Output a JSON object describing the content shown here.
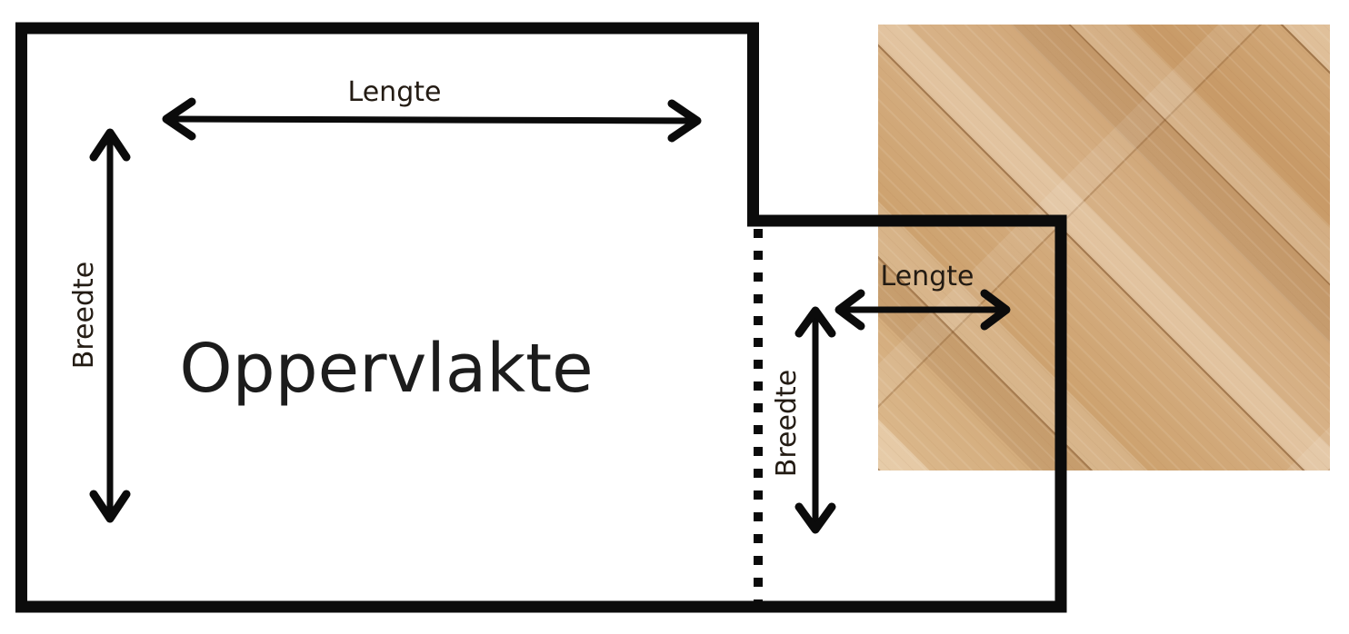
{
  "diagram": {
    "main_room": {
      "area_label": "Oppervlakte",
      "length_label": "Lengte",
      "width_label": "Breedte"
    },
    "extension": {
      "length_label": "Lengte",
      "width_label": "Breedte"
    }
  },
  "colors": {
    "background": "#ffffff",
    "line_color": "#0b0b0b",
    "label_color": "#231b13",
    "area_label_color": "#1c1c1c",
    "wood_base": "#d0a878",
    "wood_light": "#ddbb90",
    "wood_dark": "#c89a67",
    "wood_seam": "#7d522a"
  }
}
